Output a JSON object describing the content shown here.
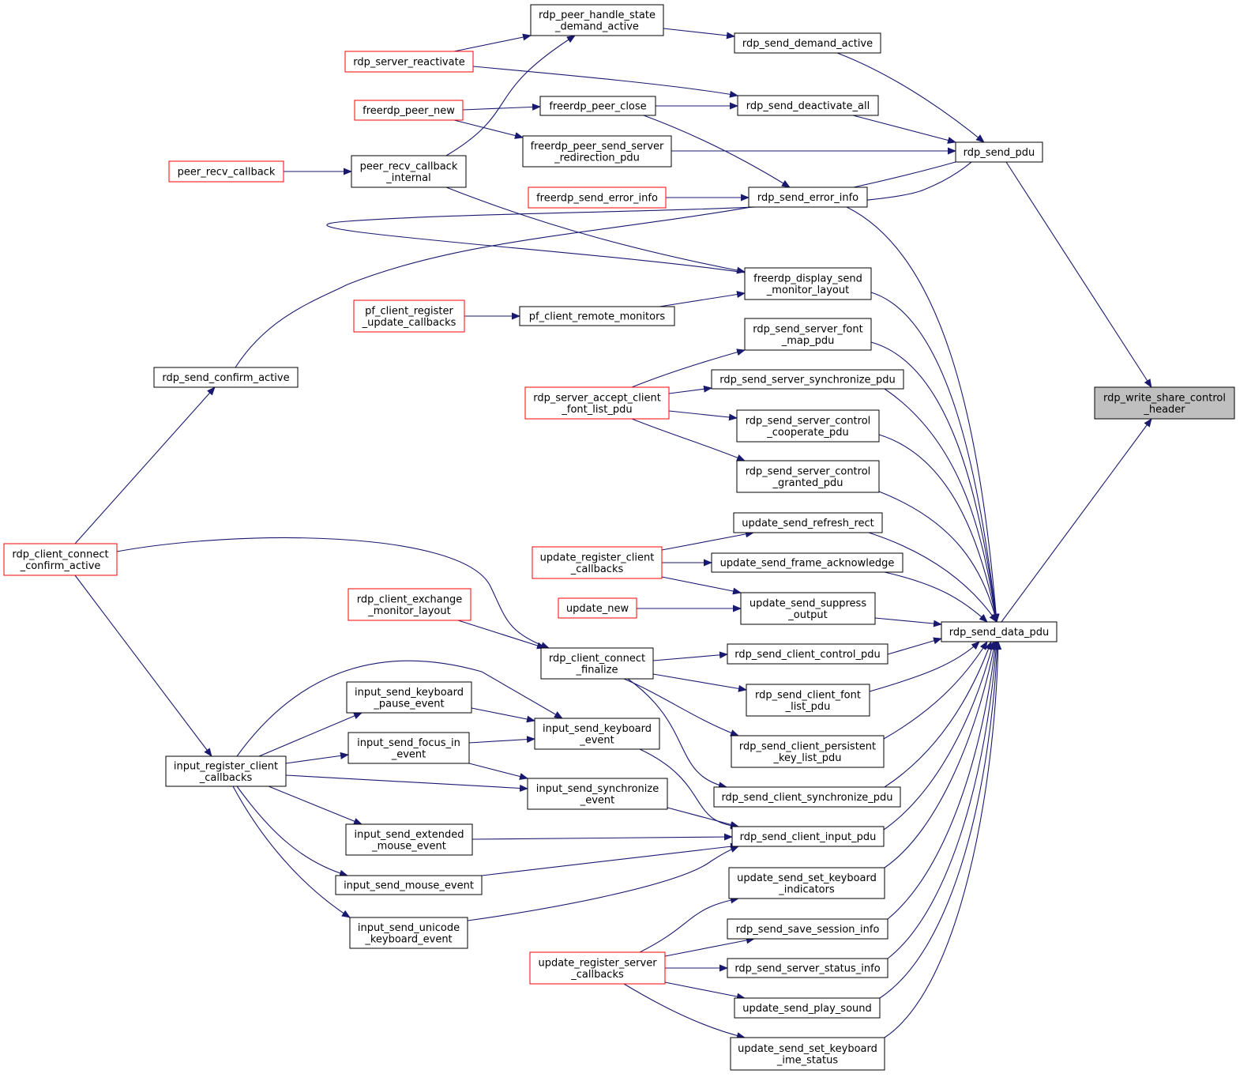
{
  "colors": {
    "edge": "#191970",
    "node_border": "#000000",
    "truncated_border": "#ff0000",
    "focus_fill": "#bfbfbf",
    "node_fill": "#ffffff",
    "text": "#000000"
  },
  "graph": {
    "direction": "right-to-left caller graph",
    "nodes": [
      {
        "id": "focus",
        "lines": [
          "rdp_write_share_control",
          "_header"
        ],
        "style": "focus"
      },
      {
        "id": "send_pdu",
        "lines": [
          "rdp_send_pdu"
        ],
        "style": "normal"
      },
      {
        "id": "send_data_pdu",
        "lines": [
          "rdp_send_data_pdu"
        ],
        "style": "normal"
      },
      {
        "id": "peer_handle",
        "lines": [
          "rdp_peer_handle_state",
          "_demand_active"
        ],
        "style": "normal"
      },
      {
        "id": "send_demand",
        "lines": [
          "rdp_send_demand_active"
        ],
        "style": "normal"
      },
      {
        "id": "server_reactivate",
        "lines": [
          "rdp_server_reactivate"
        ],
        "style": "truncated"
      },
      {
        "id": "peer_close",
        "lines": [
          "freerdp_peer_close"
        ],
        "style": "normal"
      },
      {
        "id": "deactivate_all",
        "lines": [
          "rdp_send_deactivate_all"
        ],
        "style": "normal"
      },
      {
        "id": "peer_new",
        "lines": [
          "freerdp_peer_new"
        ],
        "style": "truncated"
      },
      {
        "id": "peer_redirect",
        "lines": [
          "freerdp_peer_send_server",
          "_redirection_pdu"
        ],
        "style": "normal"
      },
      {
        "id": "peer_recv_cb",
        "lines": [
          "peer_recv_callback"
        ],
        "style": "truncated"
      },
      {
        "id": "peer_recv_int",
        "lines": [
          "peer_recv_callback",
          "_internal"
        ],
        "style": "normal"
      },
      {
        "id": "fr_send_error",
        "lines": [
          "freerdp_send_error_info"
        ],
        "style": "truncated"
      },
      {
        "id": "send_error",
        "lines": [
          "rdp_send_error_info"
        ],
        "style": "normal"
      },
      {
        "id": "display_layout",
        "lines": [
          "freerdp_display_send",
          "_monitor_layout"
        ],
        "style": "normal"
      },
      {
        "id": "pf_register",
        "lines": [
          "pf_client_register",
          "_update_callbacks"
        ],
        "style": "truncated"
      },
      {
        "id": "pf_remote",
        "lines": [
          "pf_client_remote_monitors"
        ],
        "style": "normal"
      },
      {
        "id": "font_map",
        "lines": [
          "rdp_send_server_font",
          "_map_pdu"
        ],
        "style": "normal"
      },
      {
        "id": "confirm_active",
        "lines": [
          "rdp_send_confirm_active"
        ],
        "style": "normal"
      },
      {
        "id": "server_sync",
        "lines": [
          "rdp_send_server_synchronize_pdu"
        ],
        "style": "normal"
      },
      {
        "id": "accept_font",
        "lines": [
          "rdp_server_accept_client",
          "_font_list_pdu"
        ],
        "style": "truncated"
      },
      {
        "id": "coop",
        "lines": [
          "rdp_send_server_control",
          "_cooperate_pdu"
        ],
        "style": "normal"
      },
      {
        "id": "granted",
        "lines": [
          "rdp_send_server_control",
          "_granted_pdu"
        ],
        "style": "normal"
      },
      {
        "id": "refresh_rect",
        "lines": [
          "update_send_refresh_rect"
        ],
        "style": "normal"
      },
      {
        "id": "connect_confirm",
        "lines": [
          "rdp_client_connect",
          "_confirm_active"
        ],
        "style": "truncated"
      },
      {
        "id": "reg_client_cb",
        "lines": [
          "update_register_client",
          "_callbacks"
        ],
        "style": "truncated"
      },
      {
        "id": "frame_ack",
        "lines": [
          "update_send_frame_acknowledge"
        ],
        "style": "normal"
      },
      {
        "id": "exchange_layout",
        "lines": [
          "rdp_client_exchange",
          "_monitor_layout"
        ],
        "style": "truncated"
      },
      {
        "id": "suppress",
        "lines": [
          "update_send_suppress",
          "_output"
        ],
        "style": "normal"
      },
      {
        "id": "update_new",
        "lines": [
          "update_new"
        ],
        "style": "truncated"
      },
      {
        "id": "client_control",
        "lines": [
          "rdp_send_client_control_pdu"
        ],
        "style": "normal"
      },
      {
        "id": "connect_finalize",
        "lines": [
          "rdp_client_connect",
          "_finalize"
        ],
        "style": "normal"
      },
      {
        "id": "kb_pause",
        "lines": [
          "input_send_keyboard",
          "_pause_event"
        ],
        "style": "normal"
      },
      {
        "id": "client_font",
        "lines": [
          "rdp_send_client_font",
          "_list_pdu"
        ],
        "style": "normal"
      },
      {
        "id": "kb_event",
        "lines": [
          "input_send_keyboard",
          "_event"
        ],
        "style": "normal"
      },
      {
        "id": "focus_in",
        "lines": [
          "input_send_focus_in",
          "_event"
        ],
        "style": "normal"
      },
      {
        "id": "persistent",
        "lines": [
          "rdp_send_client_persistent",
          "_key_list_pdu"
        ],
        "style": "normal"
      },
      {
        "id": "input_reg",
        "lines": [
          "input_register_client",
          "_callbacks"
        ],
        "style": "normal"
      },
      {
        "id": "sync_event",
        "lines": [
          "input_send_synchronize",
          "_event"
        ],
        "style": "normal"
      },
      {
        "id": "client_sync",
        "lines": [
          "rdp_send_client_synchronize_pdu"
        ],
        "style": "normal"
      },
      {
        "id": "ext_mouse",
        "lines": [
          "input_send_extended",
          "_mouse_event"
        ],
        "style": "normal"
      },
      {
        "id": "client_input",
        "lines": [
          "rdp_send_client_input_pdu"
        ],
        "style": "normal"
      },
      {
        "id": "mouse_event",
        "lines": [
          "input_send_mouse_event"
        ],
        "style": "normal"
      },
      {
        "id": "kb_indicators",
        "lines": [
          "update_send_set_keyboard",
          "_indicators"
        ],
        "style": "normal"
      },
      {
        "id": "unicode_event",
        "lines": [
          "input_send_unicode",
          "_keyboard_event"
        ],
        "style": "normal"
      },
      {
        "id": "save_session",
        "lines": [
          "rdp_send_save_session_info"
        ],
        "style": "normal"
      },
      {
        "id": "reg_server_cb",
        "lines": [
          "update_register_server",
          "_callbacks"
        ],
        "style": "truncated"
      },
      {
        "id": "server_status",
        "lines": [
          "rdp_send_server_status_info"
        ],
        "style": "normal"
      },
      {
        "id": "play_sound",
        "lines": [
          "update_send_play_sound"
        ],
        "style": "normal"
      },
      {
        "id": "ime_status",
        "lines": [
          "update_send_set_keyboard",
          "_ime_status"
        ],
        "style": "normal"
      }
    ]
  }
}
